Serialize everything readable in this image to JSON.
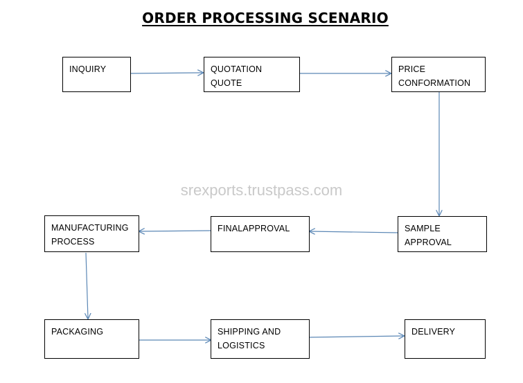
{
  "title": "ORDER PROCESSING SCENARIO",
  "watermark": "srexports.trustpass.com",
  "colors": {
    "arrow": "#5b87b5",
    "box_border": "#000000"
  },
  "steps": {
    "inquiry": "INQUIRY",
    "quotation": "QUOTATION\nQUOTE",
    "price": "PRICE\nCONFORMATION",
    "sample": "SAMPLE\nAPPROVAL",
    "final_approval": "FINALAPPROVAL",
    "manufacturing": "MANUFACTURING\nPROCESS",
    "packaging": "PACKAGING",
    "shipping": "SHIPPING AND\nLOGISTICS",
    "delivery": "DELIVERY"
  }
}
